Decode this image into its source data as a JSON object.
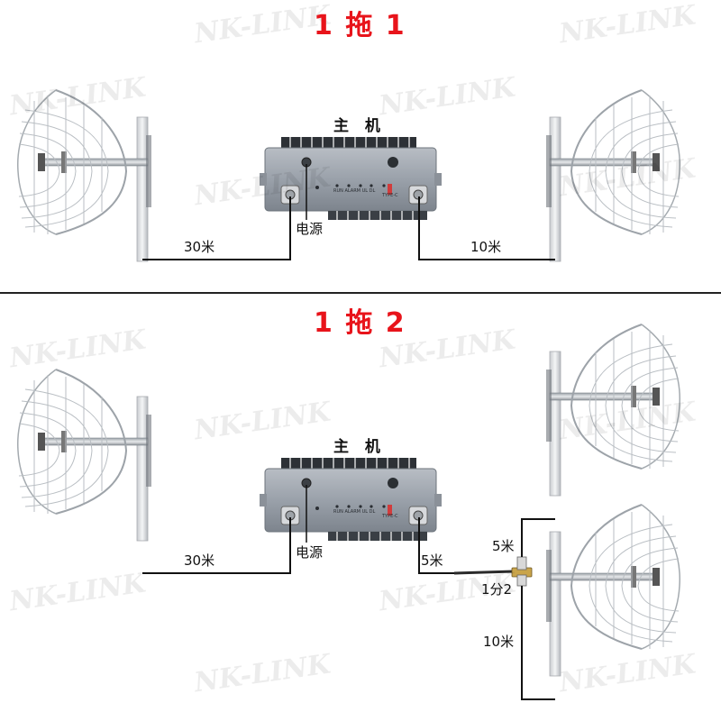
{
  "watermark": "NK-LINK",
  "colors": {
    "title": "#e8141b",
    "cable": "#111111",
    "divider": "#222222"
  },
  "section1": {
    "title": "1 拖 1",
    "host_label": "主 机",
    "power_label": "电源",
    "cable_left": "30米",
    "cable_right": "10米",
    "panel_text": "RUN  ALARM  UL   DL",
    "port_text": "TYPE-C"
  },
  "section2": {
    "title": "1 拖 2",
    "host_label": "主 机",
    "power_label": "电源",
    "cable_left": "30米",
    "cable_to_splitter": "5米",
    "cable_upper": "5米",
    "splitter_label": "1分2",
    "cable_lower": "10米",
    "panel_text": "RUN  ALARM  UL   DL",
    "port_text": "TYPE-C"
  }
}
